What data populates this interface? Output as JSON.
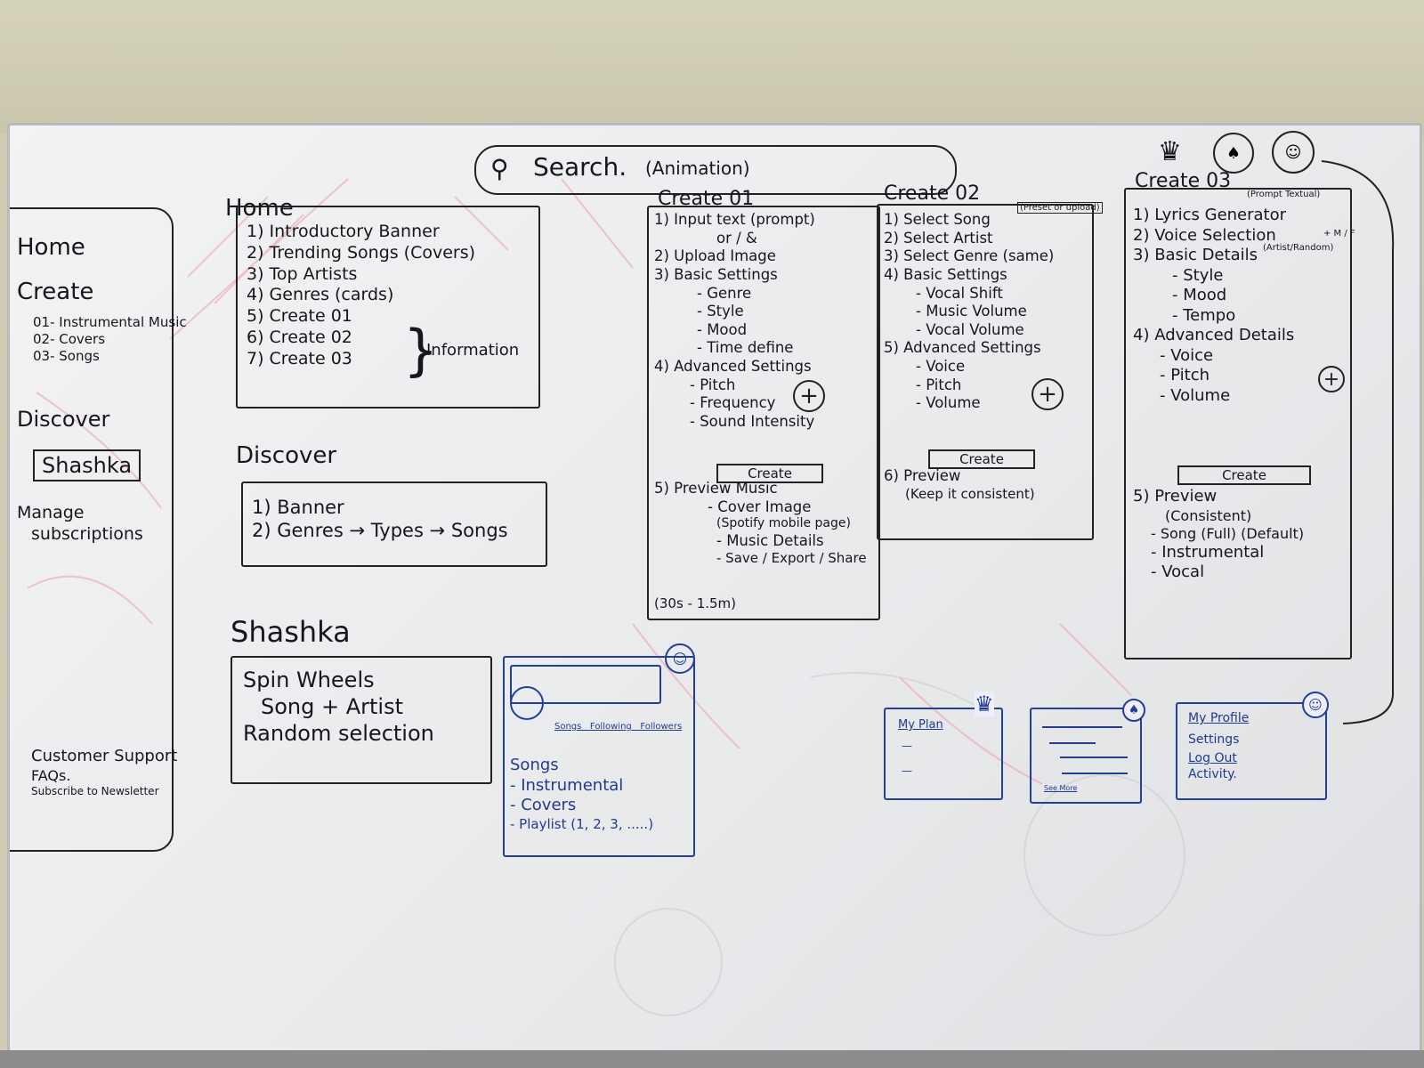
{
  "search": {
    "label": "Search.",
    "note": "(Animation)"
  },
  "header_icons": [
    "crown-icon",
    "spade-icon",
    "user-icon"
  ],
  "sidebar": {
    "items": [
      {
        "label": "Home"
      },
      {
        "label": "Create",
        "sub": [
          "01- Instrumental Music",
          "02- Covers",
          "03- Songs"
        ]
      },
      {
        "label": "Discover"
      },
      {
        "label": "Shashka"
      },
      {
        "label": "Manage",
        "label2": "subscriptions"
      }
    ],
    "footer": [
      "Customer Support",
      "FAQs.",
      "Subscribe to Newsletter"
    ]
  },
  "home": {
    "title": "Home",
    "items": [
      "1) Introductory Banner",
      "2) Trending Songs (Covers)",
      "3) Top Artists",
      "4) Genres (cards)",
      "5) Create 01",
      "6) Create 02",
      "7) Create 03"
    ],
    "bracket_note": "Information"
  },
  "discover": {
    "title": "Discover",
    "items": [
      "1) Banner",
      "2) Genres → Types → Songs"
    ]
  },
  "shashka": {
    "title": "Shashka",
    "items": [
      "Spin Wheels",
      "Song + Artist",
      "Random selection"
    ]
  },
  "profile_sketch": {
    "tabs": [
      "Songs",
      "Following",
      "Followers"
    ],
    "items": [
      "Songs",
      "- Instrumental",
      "- Covers",
      "- Playlist (1, 2, 3, .....)"
    ]
  },
  "create01": {
    "title": "Create 01",
    "items": [
      "1) Input text (prompt)",
      "or / &",
      "2) Upload Image",
      "3) Basic Settings",
      "- Genre",
      "- Style",
      "- Mood",
      "- Time define",
      "4) Advanced Settings",
      "- Pitch",
      "- Frequency",
      "- Sound Intensity"
    ],
    "create_button": "Create",
    "preview": [
      "5) Preview Music",
      "- Cover Image",
      "(Spotify mobile page)",
      "- Music Details",
      "- Save / Export / Share"
    ],
    "duration": "(30s - 1.5m)"
  },
  "create02": {
    "title": "Create 02",
    "items": [
      "1) Select Song",
      "2) Select Artist",
      "3) Select Genre (same)",
      "4) Basic Settings",
      "- Vocal Shift",
      "- Music Volume",
      "- Vocal Volume",
      "5) Advanced Settings",
      "- Voice",
      "- Pitch",
      "- Volume"
    ],
    "song_note": "(Preset or upload)",
    "create_button": "Create",
    "preview": [
      "6) Preview",
      "(Keep it consistent)"
    ]
  },
  "create03": {
    "title": "Create 03",
    "items": [
      "1) Lyrics Generator",
      "2) Voice Selection",
      "3) Basic Details",
      "- Style",
      "- Mood",
      "- Tempo",
      "4) Advanced Details",
      "- Voice",
      "- Pitch",
      "- Volume"
    ],
    "lyrics_note": "(Prompt Textual)",
    "voice_note": "(Artist/Random)",
    "side_note": "+ M / F",
    "create_button": "Create",
    "preview": [
      "5) Preview",
      "(Consistent)",
      "- Song (Full) (Default)",
      "- Instrumental",
      "- Vocal"
    ]
  },
  "popups": {
    "plan": {
      "title": "My Plan",
      "lines": [
        "—",
        "—"
      ]
    },
    "notifications": {
      "footer": "See More"
    },
    "profile": {
      "items": [
        "My Profile",
        "Settings",
        "Log Out",
        "Activity."
      ]
    }
  },
  "colors": {
    "marker_black": "#16171c",
    "marker_blue": "#1f3a94",
    "ghost_pink": "#e8a0a8"
  }
}
